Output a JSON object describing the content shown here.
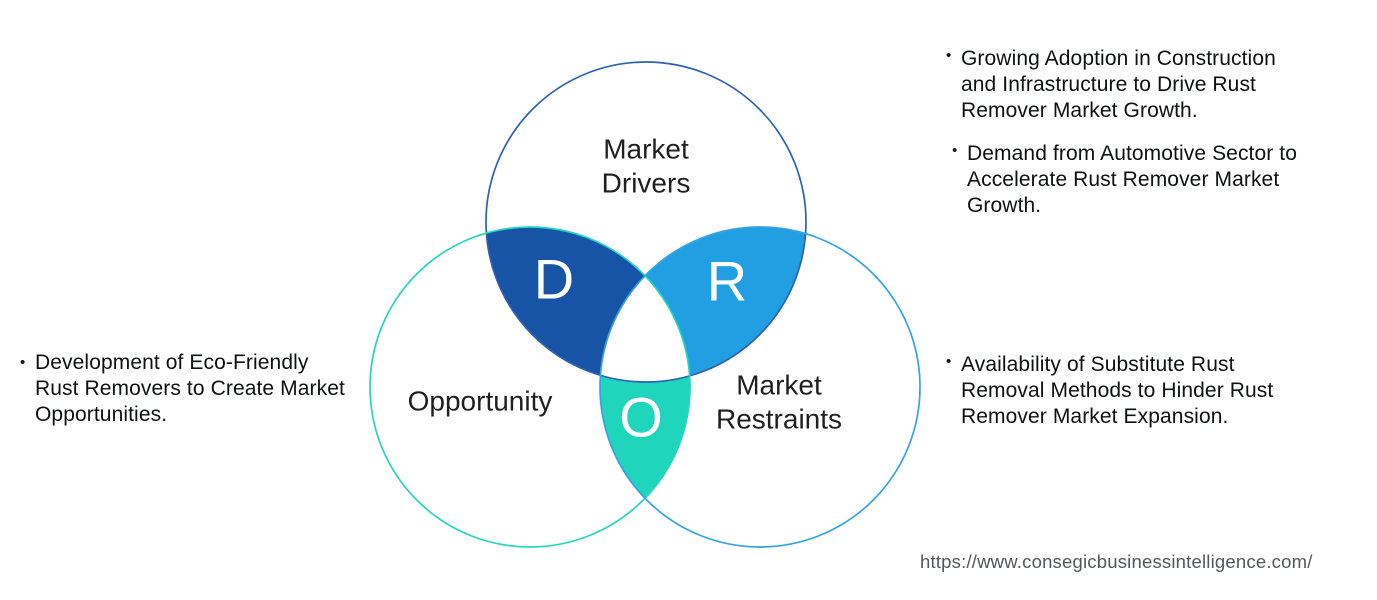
{
  "venn": {
    "top_circle_label": [
      "Market",
      "Drivers"
    ],
    "left_circle_label": [
      "Opportunity"
    ],
    "right_circle_label": [
      "Market",
      "Restraints"
    ],
    "intersection_letters": {
      "d": "D",
      "r": "R",
      "o": "O"
    },
    "colors": {
      "d_fill": "#1754A5",
      "r_fill": "#219FE2",
      "o_fill": "#1FD6BC",
      "top_circle_stroke": "#2E62B1",
      "left_circle_stroke": "#25D6C0",
      "right_circle_stroke": "#35A3E3",
      "letter_color": "#FFFFFF"
    }
  },
  "bullet_char": "•",
  "annotations": {
    "drivers": [
      {
        "lines": [
          "Growing Adoption in Construction",
          "and Infrastructure to Drive Rust",
          "Remover Market Growth."
        ]
      },
      {
        "lines": [
          "Demand from Automotive Sector to",
          "Accelerate Rust Remover Market",
          "Growth."
        ]
      }
    ],
    "opportunity": [
      {
        "lines": [
          "Development of Eco-Friendly",
          "Rust Removers to Create Market",
          "Opportunities."
        ]
      }
    ],
    "restraints": [
      {
        "lines": [
          "Availability of Substitute Rust",
          "Removal Methods to Hinder Rust",
          "Remover Market Expansion."
        ]
      }
    ]
  },
  "footer": {
    "url": "https://www.consegicbusinessintelligence.com/"
  }
}
